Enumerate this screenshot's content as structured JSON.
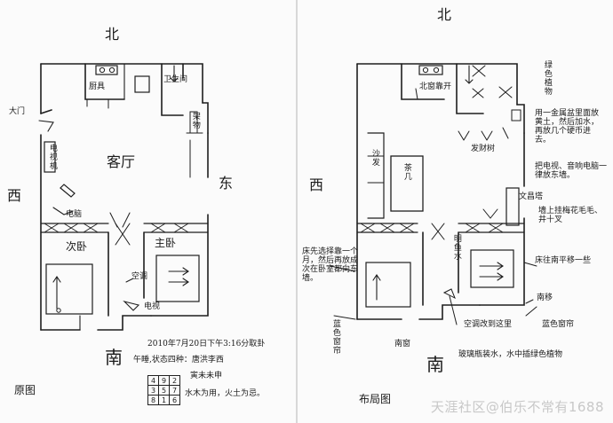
{
  "left_plan": {
    "north": "北",
    "south": "南",
    "west": "西",
    "east": "东",
    "door": "大门",
    "kitchen": "厨具",
    "bathroom": "卫生间",
    "rack": "架物",
    "living_room": "客厅",
    "tv_cabinet": "电视机",
    "computer": "电脑",
    "second_bedroom": "次卧",
    "master_bedroom": "主卧",
    "aircon": "空调",
    "tv": "电视",
    "caption": "原图",
    "note_line1": "2010年7月20日下午3:16分取卦",
    "note_line2": "午睡,状态四种：唐洪李西",
    "note_line3": "寅未未申",
    "note_line4": "水木为用，火土为忌。",
    "grid": [
      [
        "4",
        "9",
        "2"
      ],
      [
        "3",
        "5",
        "7"
      ],
      [
        "8",
        "1",
        "6"
      ]
    ]
  },
  "right_plan": {
    "north": "北",
    "south": "南",
    "west": "西",
    "north_window": "北窗靠开",
    "green_plants": "绿色植物",
    "copper_basin": "用一金属盆里面放黄土，然后加水，再放几个硬币进去。",
    "fortune_tree": "发财树",
    "sofa": "沙发",
    "tea_table": "茶几",
    "tv_stereo": "把电视、音响电脑一律放东墙。",
    "wind_chime": "文昌塔",
    "crystal": "墙上挂梅花毛毛、井十叉",
    "big_vase": "明鱼水",
    "closet_note": "床先选择靠一个月，然后再放成次在卧室都向东墙。",
    "bed_right": "床往南平移一些",
    "south_move": "南移",
    "aircon_move": "空调改到这里",
    "blue_curtain_left": "蓝色窗帘",
    "blue_curtain_right": "蓝色窗帘",
    "south_window": "南窗",
    "glass_bottle": "玻璃瓶装水，水中插绿色植物",
    "caption": "布局图"
  },
  "watermark": "天涯社区@伯乐不常有1688"
}
